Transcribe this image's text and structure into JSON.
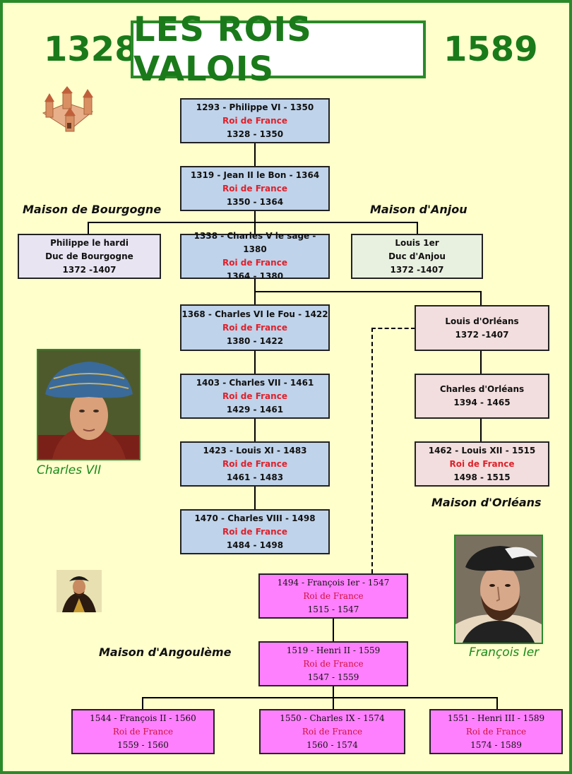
{
  "header": {
    "year_start": "1328",
    "title": "LES ROIS VALOIS",
    "year_end": "1589"
  },
  "houses": {
    "bourgogne": "Maison de Bourgogne",
    "anjou": "Maison d'Anjou",
    "orleans": "Maison d'Orléans",
    "angouleme": "Maison d'Angoulème"
  },
  "captions": {
    "charles7": "Charles VII",
    "francois1": "François Ier"
  },
  "nodes": {
    "philippe6": {
      "line1": "1293 - Philippe VI -  1350",
      "line2": "Roi de France",
      "line3": "1328 - 1350"
    },
    "jean2": {
      "line1": "1319 - Jean II le Bon -  1364",
      "line2": "Roi de France",
      "line3": "1350 - 1364"
    },
    "philippe_hardi": {
      "line1": "Philippe le hardi",
      "line2": "Duc de Bourgogne",
      "line3": "1372 -1407"
    },
    "charles5": {
      "line1": "1338 - Charles V le sage  - 1380",
      "line2": "Roi de France",
      "line3": "1364 - 1380"
    },
    "louis1": {
      "line1": "Louis 1er",
      "line2": "Duc d'Anjou",
      "line3": "1372 -1407"
    },
    "charles6": {
      "line1": "1368 - Charles VI le Fou - 1422",
      "line2": "Roi de France",
      "line3": "1380 - 1422"
    },
    "louis_orleans": {
      "line1": "Louis d'Orléans",
      "line2": "1372 -1407"
    },
    "charles7": {
      "line1": "1403 - Charles VII  - 1461",
      "line2": "Roi de France",
      "line3": "1429 - 1461"
    },
    "charles_orleans": {
      "line1": "Charles d'Orléans",
      "line2": "1394 - 1465"
    },
    "louis11": {
      "line1": "1423 - Louis XI - 1483",
      "line2": "Roi de France",
      "line3": "1461 - 1483"
    },
    "louis12": {
      "line1": "1462 - Louis XII - 1515",
      "line2": "Roi de France",
      "line3": "1498 - 1515"
    },
    "charles8": {
      "line1": "1470 - Charles VIII - 1498",
      "line2": "Roi de France",
      "line3": "1484 - 1498"
    },
    "francois1": {
      "line1": "1494 - François Ier - 1547",
      "line2": "Roi de France",
      "line3": "1515 - 1547"
    },
    "henri2": {
      "line1": "1519 - Henri II - 1559",
      "line2": "Roi de France",
      "line3": "1547 - 1559"
    },
    "francois2": {
      "line1": "1544 - François II - 1560",
      "line2": "Roi de France",
      "line3": "1559 - 1560"
    },
    "charles9": {
      "line1": "1550 - Charles IX - 1574",
      "line2": "Roi de France",
      "line3": "1560 - 1574"
    },
    "henri3": {
      "line1": "1551 - Henri III - 1589",
      "line2": "Roi de France",
      "line3": "1574 - 1589"
    }
  }
}
